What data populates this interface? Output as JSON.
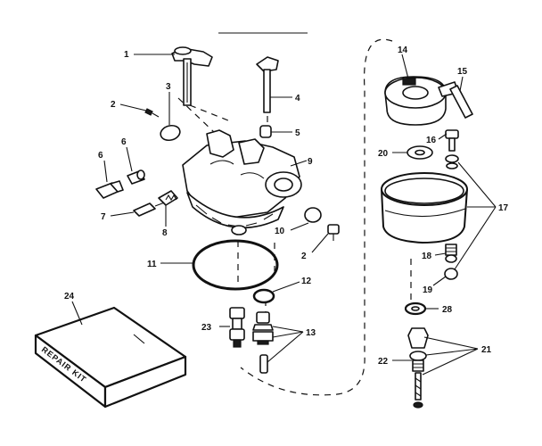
{
  "callouts": {
    "c1": "1",
    "c2a": "2",
    "c2b": "2",
    "c3": "3",
    "c4": "4",
    "c5": "5",
    "c6a": "6",
    "c6b": "6",
    "c7": "7",
    "c8": "8",
    "c9": "9",
    "c10": "10",
    "c11": "11",
    "c12": "12",
    "c13": "13",
    "c14": "14",
    "c15": "15",
    "c16": "16",
    "c17": "17",
    "c18": "18",
    "c19": "19",
    "c20": "20",
    "c21": "21",
    "c22": "22",
    "c23": "23",
    "c24": "24",
    "c28": "28"
  },
  "repair_kit": {
    "label": "REPAIR KIT"
  },
  "colors": {
    "ink": "#111111",
    "paper": "#ffffff"
  }
}
